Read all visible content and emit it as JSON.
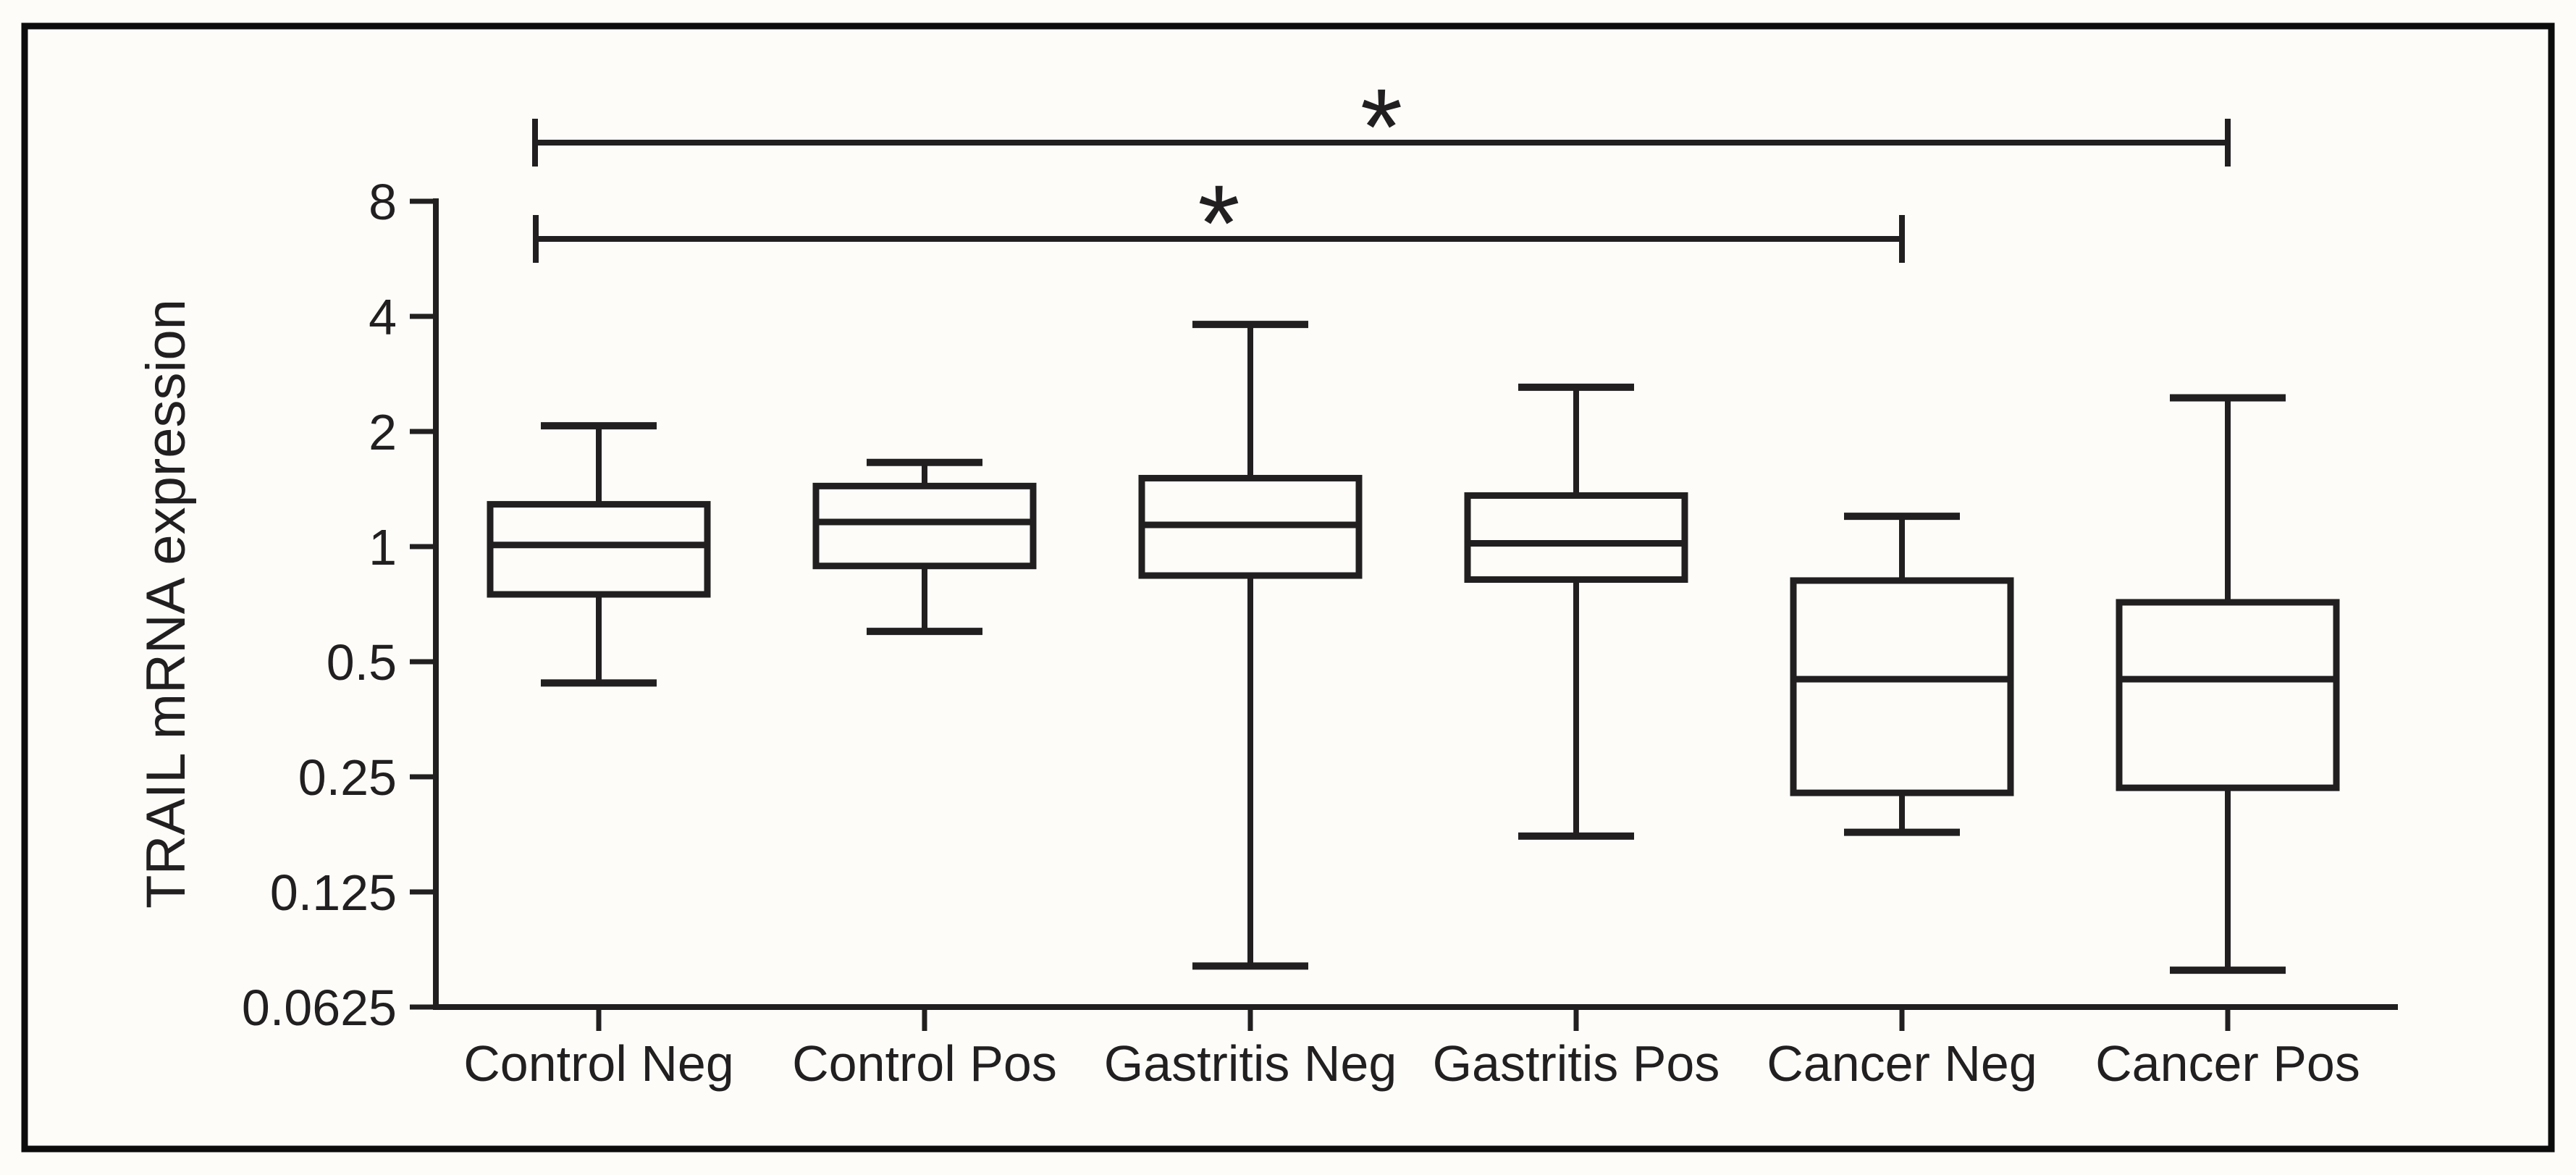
{
  "figure": {
    "background": "#fdfcf9",
    "border_color": "#0c0c0c",
    "ink_color": "#221f20"
  },
  "chart_data": {
    "type": "boxplot",
    "title": "",
    "ylabel": "TRAIL mRNA expression",
    "xlabel": "",
    "y_scale": "log2",
    "ylim": [
      0.0625,
      8
    ],
    "y_ticks": [
      8,
      4,
      2,
      1,
      0.5,
      0.25,
      0.125,
      0.0625
    ],
    "y_tick_labels": [
      "8",
      "4",
      "2",
      "1",
      "0.5",
      "0.25",
      "0.125",
      "0.0625"
    ],
    "grid": false,
    "legend": false,
    "categories": [
      "Control Neg",
      "Control Pos",
      "Gastritis Neg",
      "Gastritis Pos",
      "Cancer Neg",
      "Cancer Pos"
    ],
    "series": [
      {
        "category": "Control Neg",
        "whisker_low": 0.44,
        "q1": 0.75,
        "median": 1.01,
        "q3": 1.29,
        "whisker_high": 2.07
      },
      {
        "category": "Control Pos",
        "whisker_low": 0.6,
        "q1": 0.89,
        "median": 1.16,
        "q3": 1.44,
        "whisker_high": 1.66
      },
      {
        "category": "Gastritis Neg",
        "whisker_low": 0.08,
        "q1": 0.84,
        "median": 1.14,
        "q3": 1.51,
        "whisker_high": 3.81
      },
      {
        "category": "Gastritis Pos",
        "whisker_low": 0.175,
        "q1": 0.82,
        "median": 1.02,
        "q3": 1.36,
        "whisker_high": 2.61
      },
      {
        "category": "Cancer Neg",
        "whisker_low": 0.179,
        "q1": 0.227,
        "median": 0.45,
        "q3": 0.815,
        "whisker_high": 1.2
      },
      {
        "category": "Cancer Pos",
        "whisker_low": 0.078,
        "q1": 0.234,
        "median": 0.45,
        "q3": 0.715,
        "whisker_high": 2.45
      }
    ],
    "significance_brackets": [
      {
        "from": "Control Neg",
        "to": "Cancer Pos",
        "label": "*"
      },
      {
        "from": "Control Neg",
        "to": "Cancer Neg",
        "label": "*"
      }
    ]
  }
}
